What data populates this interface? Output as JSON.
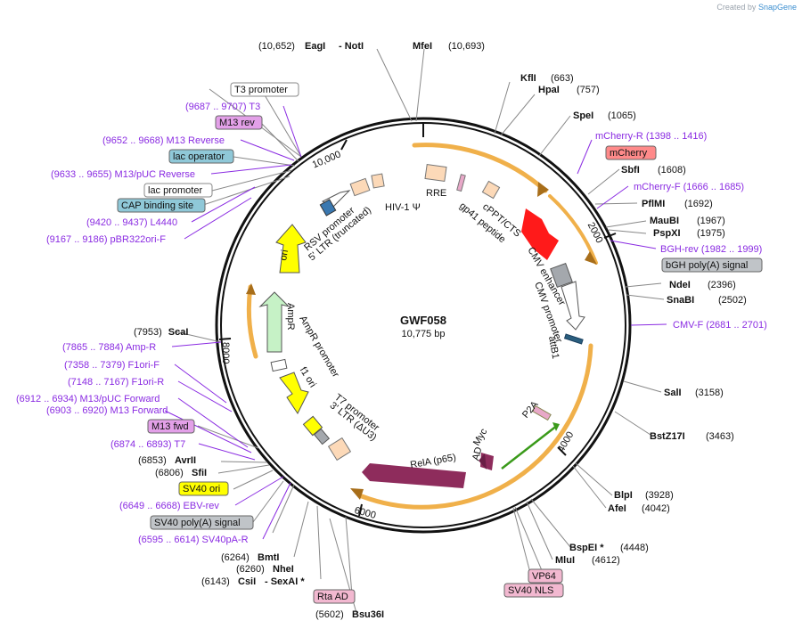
{
  "credit": {
    "prefix": "Created by",
    "brand": "SnapGene"
  },
  "plasmid": {
    "name": "GWF058",
    "size": "10,775 bp"
  },
  "ticks": [
    "10,000",
    "2000",
    "4000",
    "6000",
    "8000"
  ],
  "ring_labels": {
    "rre": "RRE",
    "hiv": "HIV-1 Ψ",
    "cppt": "cPPT/CTS",
    "gp41": "gp41 peptide",
    "rsv": "RSV promoter",
    "ltr5": "5' LTR (truncated)",
    "cmv_enh": "CMV enhancer",
    "cmv_pro": "CMV promoter",
    "attb1": "attB1",
    "p2a": "P2A",
    "myc": "Myc",
    "ad": "AD",
    "rela": "RelA (p65)",
    "t7pro": "T7 promoter",
    "ltr3": "3' LTR (ΔU3)",
    "f1ori": "f1 ori",
    "ampr": "AmpR",
    "ampr_pro": "AmpR promoter",
    "ori": "ori"
  },
  "sites_left": [
    {
      "pos": "(10,652)",
      "name": "EagI",
      "extra": "-  NotI"
    },
    {
      "pos": "(7953)",
      "name": "ScaI"
    },
    {
      "pos": "(6853)",
      "name": "AvrII"
    },
    {
      "pos": "(6806)",
      "name": "SfiI"
    },
    {
      "pos": "(6264)",
      "name": "BmtI"
    },
    {
      "pos": "(6260)",
      "name": "NheI"
    },
    {
      "pos": "(6143)",
      "name": "CsiI",
      "extra": "-  SexAI *"
    },
    {
      "pos": "(5602)",
      "name": "Bsu36I"
    }
  ],
  "sites_right": [
    {
      "name": "MfeI",
      "pos": "(10,693)"
    },
    {
      "name": "KflI",
      "pos": "(663)"
    },
    {
      "name": "HpaI",
      "pos": "(757)"
    },
    {
      "name": "SpeI",
      "pos": "(1065)"
    },
    {
      "name": "SbfI",
      "pos": "(1608)"
    },
    {
      "name": "PflMI",
      "pos": "(1692)"
    },
    {
      "name": "MauBI",
      "pos": "(1967)"
    },
    {
      "name": "PspXI",
      "pos": "(1975)"
    },
    {
      "name": "NdeI",
      "pos": "(2396)"
    },
    {
      "name": "SnaBI",
      "pos": "(2502)"
    },
    {
      "name": "SalI",
      "pos": "(3158)"
    },
    {
      "name": "BstZ17I",
      "pos": "(3463)"
    },
    {
      "name": "BlpI",
      "pos": "(3928)"
    },
    {
      "name": "AfeI",
      "pos": "(4042)"
    },
    {
      "name": "BspEI *",
      "pos": "(4448)"
    },
    {
      "name": "MluI",
      "pos": "(4612)"
    }
  ],
  "primers_left": [
    "(9687 .. 9707)  T3",
    "(9652 .. 9668)  M13 Reverse",
    "(9633 .. 9655)  M13/pUC Reverse",
    "(9420 .. 9437)  L4440",
    "(9167 .. 9186)  pBR322ori-F",
    "(7865 .. 7884)  Amp-R",
    "(7358 .. 7379)  F1ori-F",
    "(7148 .. 7167)  F1ori-R",
    "(6912 .. 6934)  M13/pUC Forward",
    "(6903 .. 6920)  M13 Forward",
    "(6874 .. 6893)  T7",
    "(6649 .. 6668)  EBV-rev",
    "(6595 .. 6614)  SV40pA-R"
  ],
  "primers_right": [
    "mCherry-R    (1398 .. 1416)",
    "mCherry-F    (1666 .. 1685)",
    "BGH-rev    (1982 .. 1999)",
    "CMV-F    (2681 .. 2701)"
  ],
  "boxes": {
    "t3_promoter": "T3 promoter",
    "m13_rev": "M13 rev",
    "lac_operator": "lac operator",
    "lac_promoter": "lac promoter",
    "cap_site": "CAP binding site",
    "mcherry": "mCherry",
    "bgh": "bGH poly(A) signal",
    "m13_fwd": "M13 fwd",
    "sv40_ori": "SV40 ori",
    "sv40_pa": "SV40 poly(A) signal",
    "vp64": "VP64",
    "sv40_nls": "SV40 NLS",
    "rta_ad": "Rta AD"
  },
  "colors": {
    "backbone": "#111111",
    "orange_arc": "#f0b04a",
    "mcherry": "#ff1a1a",
    "ori": "#ffff00",
    "ampr": "#c6f2c6",
    "rela": "#8e2c5c",
    "primer": "#8a2be2",
    "green_p2a": "#3a9a1a"
  }
}
